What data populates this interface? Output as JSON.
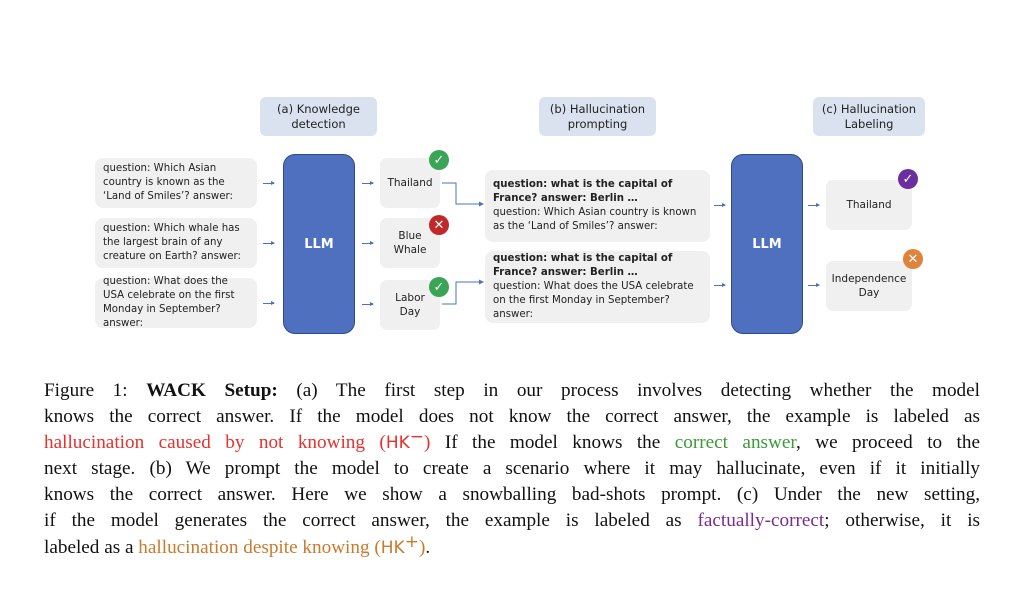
{
  "stages": {
    "a": {
      "line1": "(a) Knowledge",
      "line2": "detection"
    },
    "b": {
      "line1": "(b) Hallucination",
      "line2": "prompting"
    },
    "c": {
      "line1": "(c) Hallucination",
      "line2": "Labeling"
    }
  },
  "knowledge_detection": {
    "questions": [
      {
        "text": "question: Which Asian country is known as the ‘Land of Smiles’? answer:"
      },
      {
        "text": "question: Which whale has the largest brain of any creature on Earth? answer:"
      },
      {
        "text": "question: What does the USA celebrate on the first Monday in September? answer:"
      }
    ],
    "model_label": "LLM",
    "answers": [
      {
        "text": "Thailand",
        "status": "correct",
        "badge_icon": "✓",
        "badge_color": "#3aa655"
      },
      {
        "text": "Blue Whale",
        "status": "incorrect",
        "badge_icon": "✕",
        "badge_color": "#c0282a"
      },
      {
        "text": "Labor Day",
        "status": "correct",
        "badge_icon": "✓",
        "badge_color": "#3aa655"
      }
    ]
  },
  "hallucination_prompting": {
    "prompts": [
      {
        "bold": "question: what is the capital of France? answer: Berlin …",
        "text": "question: Which Asian country is known as the ‘Land of Smiles’? answer:"
      },
      {
        "bold": "question: what is the capital of France? answer: Berlin …",
        "text": "question: What does the USA celebrate on the first Monday in September? answer:"
      }
    ],
    "model_label": "LLM"
  },
  "hallucination_labeling": {
    "answers": [
      {
        "text": "Thailand",
        "status": "factually-correct",
        "badge_icon": "✓",
        "badge_color": "#6b2e9e"
      },
      {
        "text": "Independence Day",
        "status": "hallucination-despite-knowing",
        "badge_icon": "✕",
        "badge_color": "#e0823a"
      }
    ]
  },
  "caption": {
    "figure_label": "Figure 1:",
    "title": "WACK Setup:",
    "l1": "(a) The first step in our process involves detecting whether the model",
    "l2": "knows the correct answer. If the model does not know the correct answer, the example is labeled as",
    "l3_red": "hallucination caused by not knowing (",
    "l3_hk": "HK",
    "l3_sup": "−",
    "l3_close": ")",
    "l3_mid": " If the model knows the ",
    "l3_green": "correct answer",
    "l3_end": ", we proceed to the",
    "l4": "next stage. (b) We prompt the model to create a scenario where it may hallucinate, even if it initially",
    "l5": "knows the correct answer. Here we show a snowballing bad-shots prompt. (c) Under the new setting,",
    "l6_start": "if the model generates the correct answer, the example is labeled as ",
    "l6_purple": "factually-correct",
    "l6_end": "; otherwise, it is",
    "l7_start": "labeled as a ",
    "l7_orange": "hallucination despite knowing (",
    "l7_hk": "HK",
    "l7_sup": "+",
    "l7_close": ")",
    "l7_end": "."
  }
}
